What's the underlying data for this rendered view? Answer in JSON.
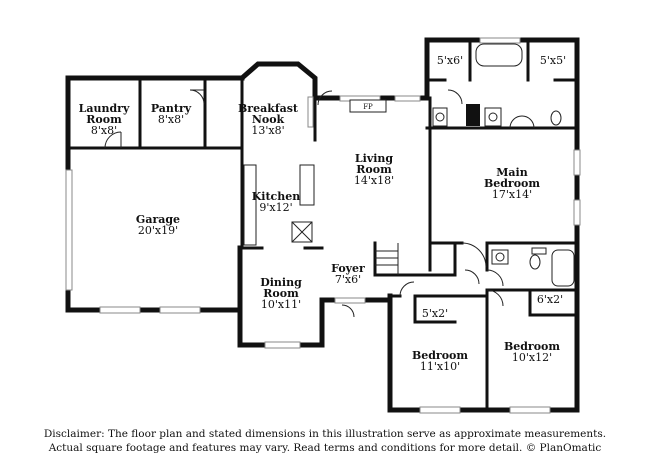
{
  "rooms": {
    "laundry": {
      "name_line1": "Laundry",
      "name_line2": "Room",
      "dims": "8'x8'"
    },
    "pantry": {
      "name": "Pantry",
      "dims": "8'x8'"
    },
    "breakfast": {
      "name_line1": "Breakfast",
      "name_line2": "Nook",
      "dims": "13'x8'"
    },
    "living": {
      "name_line1": "Living",
      "name_line2": "Room",
      "dims": "14'x18'"
    },
    "kitchen": {
      "name": "Kitchen",
      "dims": "9'x12'"
    },
    "garage": {
      "name": "Garage",
      "dims": "20'x19'"
    },
    "dining": {
      "name_line1": "Dining",
      "name_line2": "Room",
      "dims": "10'x11'"
    },
    "foyer": {
      "name": "Foyer",
      "dims": "7'x6'"
    },
    "main_bedroom": {
      "name_line1": "Main",
      "name_line2": "Bedroom",
      "dims": "17'x14'"
    },
    "bedroom_left": {
      "name": "Bedroom",
      "dims": "11'x10'"
    },
    "bedroom_right": {
      "name": "Bedroom",
      "dims": "10'x12'"
    },
    "closet_a": {
      "dims": "5'x6'"
    },
    "closet_b": {
      "dims": "5'x5'"
    },
    "closet_c": {
      "dims": "5'x2'"
    },
    "closet_d": {
      "dims": "6'x2'"
    }
  },
  "fireplace_label": "FP",
  "disclaimer": {
    "line1": "Disclaimer: The floor plan and stated dimensions in this illustration serve as approximate measurements.",
    "line2": "Actual square footage and features may vary. Read terms and conditions for more detail. © PlanOmatic"
  }
}
